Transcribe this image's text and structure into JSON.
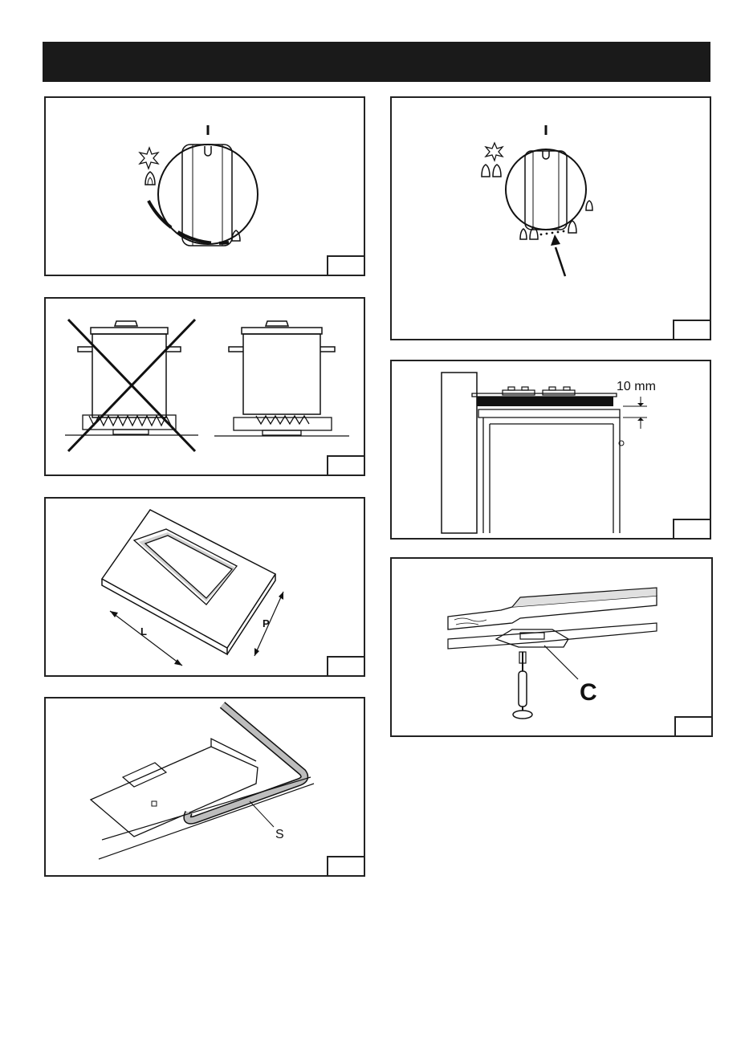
{
  "header": {
    "title": ""
  },
  "figures": {
    "cooktop_clearance": {
      "dimension_label": "10 mm"
    },
    "cutout": {
      "length_label": "L",
      "depth_label": "P"
    },
    "seal": {
      "seal_label": "S"
    },
    "clamp": {
      "clamp_label": "C"
    }
  },
  "colors": {
    "header_bar": "#1a1a1a",
    "line": "#222222",
    "seal_fill": "#bdbdbd"
  }
}
